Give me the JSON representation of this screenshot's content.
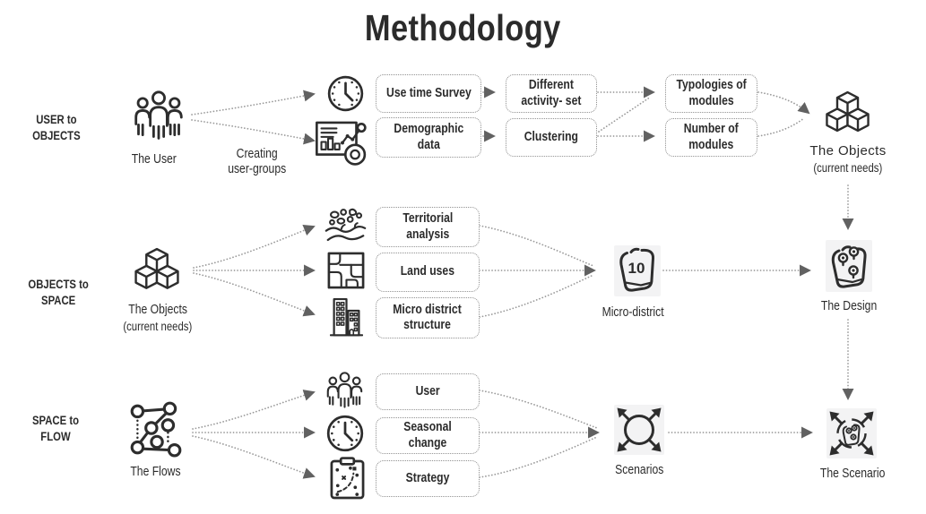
{
  "title": "Methodology",
  "colors": {
    "ink": "#2b2b2b",
    "line": "#9a9a9a",
    "arrow": "#616161",
    "icon_bg": "#f3f3f4"
  },
  "row1": {
    "label": "USER to\nOBJECTS",
    "source": {
      "caption": "The User",
      "icon": "users-group-icon"
    },
    "note": "Creating\nuser-groups",
    "inputs": [
      {
        "icon": "clock-icon",
        "label": "Use time Survey"
      },
      {
        "icon": "analytics-icon",
        "label": "Demographic\ndata"
      }
    ],
    "process": [
      "Different\nactivity- set",
      "Clustering"
    ],
    "outputs": [
      "Typologies of\nmodules",
      "Number of\nmodules"
    ],
    "result": {
      "caption": "The Objects",
      "subcaption": "(current needs)",
      "icon": "cubes-icon"
    }
  },
  "row2": {
    "label": "OBJECTS to\nSPACE",
    "source": {
      "caption": "The Objects",
      "subcaption": "(current needs)",
      "icon": "cubes-icon"
    },
    "inputs": [
      {
        "icon": "terrain-icon",
        "label": "Territorial\nanalysis"
      },
      {
        "icon": "land-map-icon",
        "label": "Land uses"
      },
      {
        "icon": "buildings-icon",
        "label": "Micro district\nstructure"
      }
    ],
    "middle": {
      "caption": "Micro-district",
      "value": "10",
      "icon": "district-boundary-icon"
    },
    "result": {
      "caption": "The Design",
      "icon": "map-pins-icon"
    }
  },
  "row3": {
    "label": "SPACE to\nFLOW",
    "source": {
      "caption": "The Flows",
      "icon": "network-icon"
    },
    "inputs": [
      {
        "icon": "users-group-icon",
        "label": "User"
      },
      {
        "icon": "clock-icon",
        "label": "Seasonal change"
      },
      {
        "icon": "strategy-board-icon",
        "label": "Strategy"
      }
    ],
    "middle": {
      "caption": "Scenarios",
      "icon": "expand-circle-icon"
    },
    "result": {
      "caption": "The Scenario",
      "icon": "expand-map-icon"
    }
  }
}
